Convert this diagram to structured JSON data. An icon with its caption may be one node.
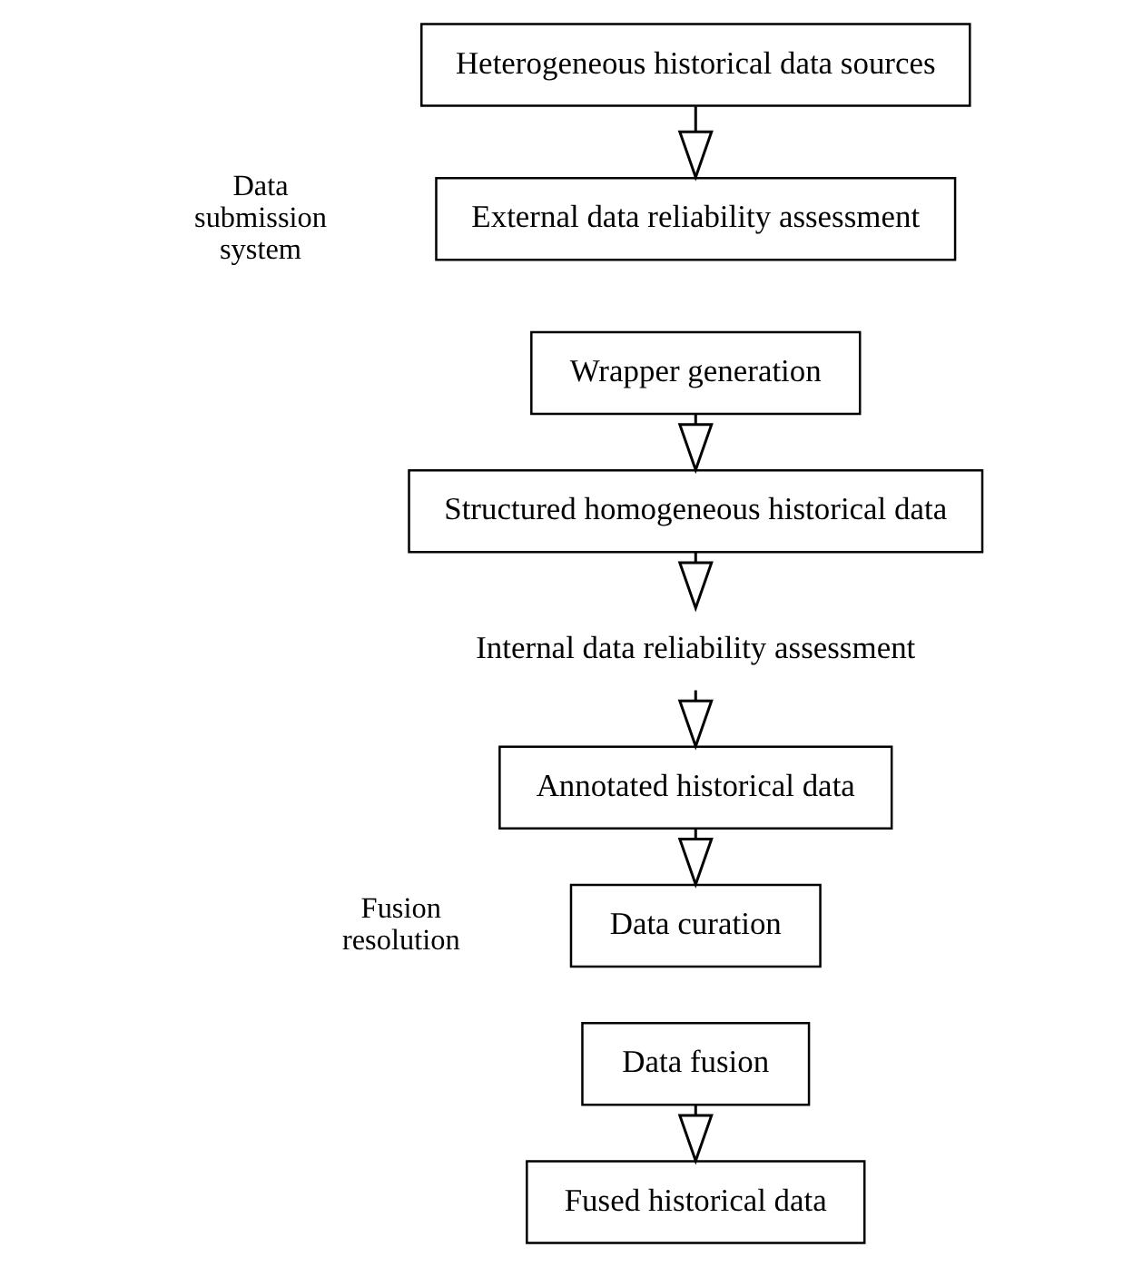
{
  "diagram": {
    "nodes": [
      {
        "text": [
          "Heterogeneous historical data sources"
        ]
      },
      {
        "text": [
          "External data reliability assessment"
        ]
      },
      {
        "text": [
          "Wrapper generation"
        ]
      },
      {
        "text": [
          "Structured homogeneous historical data"
        ]
      },
      {
        "text": [
          "Internal data reliability assessment"
        ]
      },
      {
        "text": [
          "Annotated historical data"
        ]
      },
      {
        "text": [
          "Data curation"
        ]
      },
      {
        "text": [
          "Data fusion"
        ]
      },
      {
        "text": [
          "Fused historical data"
        ]
      }
    ],
    "edges": [
      {
        "from": 0,
        "to": 1,
        "arrow": "to"
      },
      {
        "from": 2,
        "to": 3,
        "arrow": "to"
      },
      {
        "from": 3,
        "to": 4,
        "arrow": "to"
      },
      {
        "from": 4,
        "to": 5,
        "arrow": "to"
      },
      {
        "from": 5,
        "to": 6,
        "arrow": "to"
      },
      {
        "from": 7,
        "to": 8,
        "arrow": "to"
      }
    ],
    "labels": [
      "Data submission system",
      "Fusion resolution"
    ]
  }
}
